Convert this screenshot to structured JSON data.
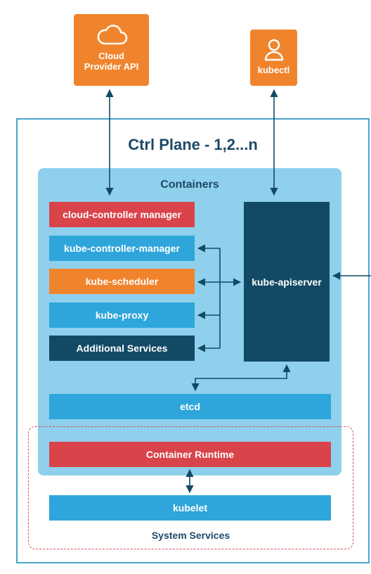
{
  "external": {
    "cloud_provider_api": {
      "label_line1": "Cloud",
      "label_line2": "Provider API",
      "icon": "cloud-icon"
    },
    "kubectl": {
      "label": "kubectl",
      "icon": "user-icon"
    }
  },
  "control_plane": {
    "title": "Ctrl Plane - 1,2...n",
    "containers": {
      "title": "Containers",
      "components": [
        {
          "label": "cloud-controller manager",
          "color": "#d9444b"
        },
        {
          "label": "kube-controller-manager",
          "color": "#2ea6db"
        },
        {
          "label": "kube-scheduler",
          "color": "#f0842c"
        },
        {
          "label": "kube-proxy",
          "color": "#2ea6db"
        },
        {
          "label": "Additional Services",
          "color": "#124a66"
        }
      ],
      "apiserver": {
        "label": "kube-apiserver",
        "color": "#124a66"
      },
      "etcd": {
        "label": "etcd",
        "color": "#2ea6db"
      },
      "container_runtime": {
        "label": "Container Runtime",
        "color": "#d9444b"
      }
    },
    "system_services": {
      "label": "System Services",
      "kubelet": {
        "label": "kubelet",
        "color": "#2ea6db"
      }
    }
  },
  "colors": {
    "external": "#f0842c",
    "frame": "#4aa3c9",
    "panel": "#8fd0ec",
    "arrow": "#124a66",
    "dashed": "#d8505a"
  }
}
